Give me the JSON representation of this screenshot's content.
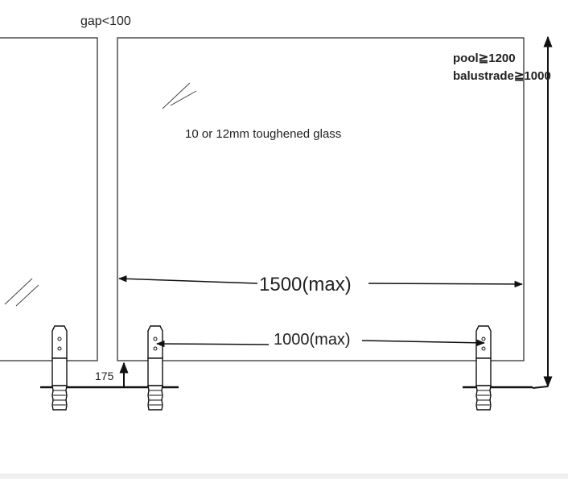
{
  "labels": {
    "gap": "gap<100",
    "glass": "10 or 12mm toughened glass",
    "height_pool": "pool≧1200",
    "height_balustrade": "balustrade≧1000",
    "width_max": "1500(max)",
    "spigot_spacing": "1000(max)",
    "clearance": "175"
  },
  "colors": {
    "line": "#111111",
    "glass_edge": "#333333",
    "spigot_fill": "#d0d0d0",
    "footer": "#f0f0f0"
  }
}
